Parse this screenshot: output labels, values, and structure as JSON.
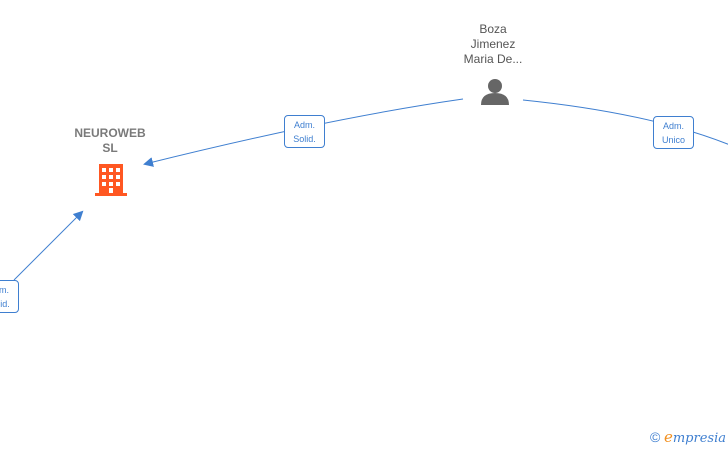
{
  "nodes": {
    "company": {
      "name_line1": "NEUROWEB",
      "name_line2": "SL",
      "icon": "building-icon",
      "color": "#ff5722"
    },
    "person": {
      "name_line1": "Boza",
      "name_line2": "Jimenez",
      "name_line3": "Maria De...",
      "icon": "person-icon",
      "color": "#666666"
    }
  },
  "edges": [
    {
      "line1": "Adm.",
      "line2": "Solid."
    },
    {
      "line1": "Adm.",
      "line2": "Unico"
    },
    {
      "line1": "Adm.",
      "line2": "Solid."
    }
  ],
  "footer": {
    "copyright": "©",
    "brand_e": "e",
    "brand_rest": "mpresia"
  },
  "colors": {
    "edge": "#3f7fd0",
    "brand_accent": "#f29020"
  }
}
